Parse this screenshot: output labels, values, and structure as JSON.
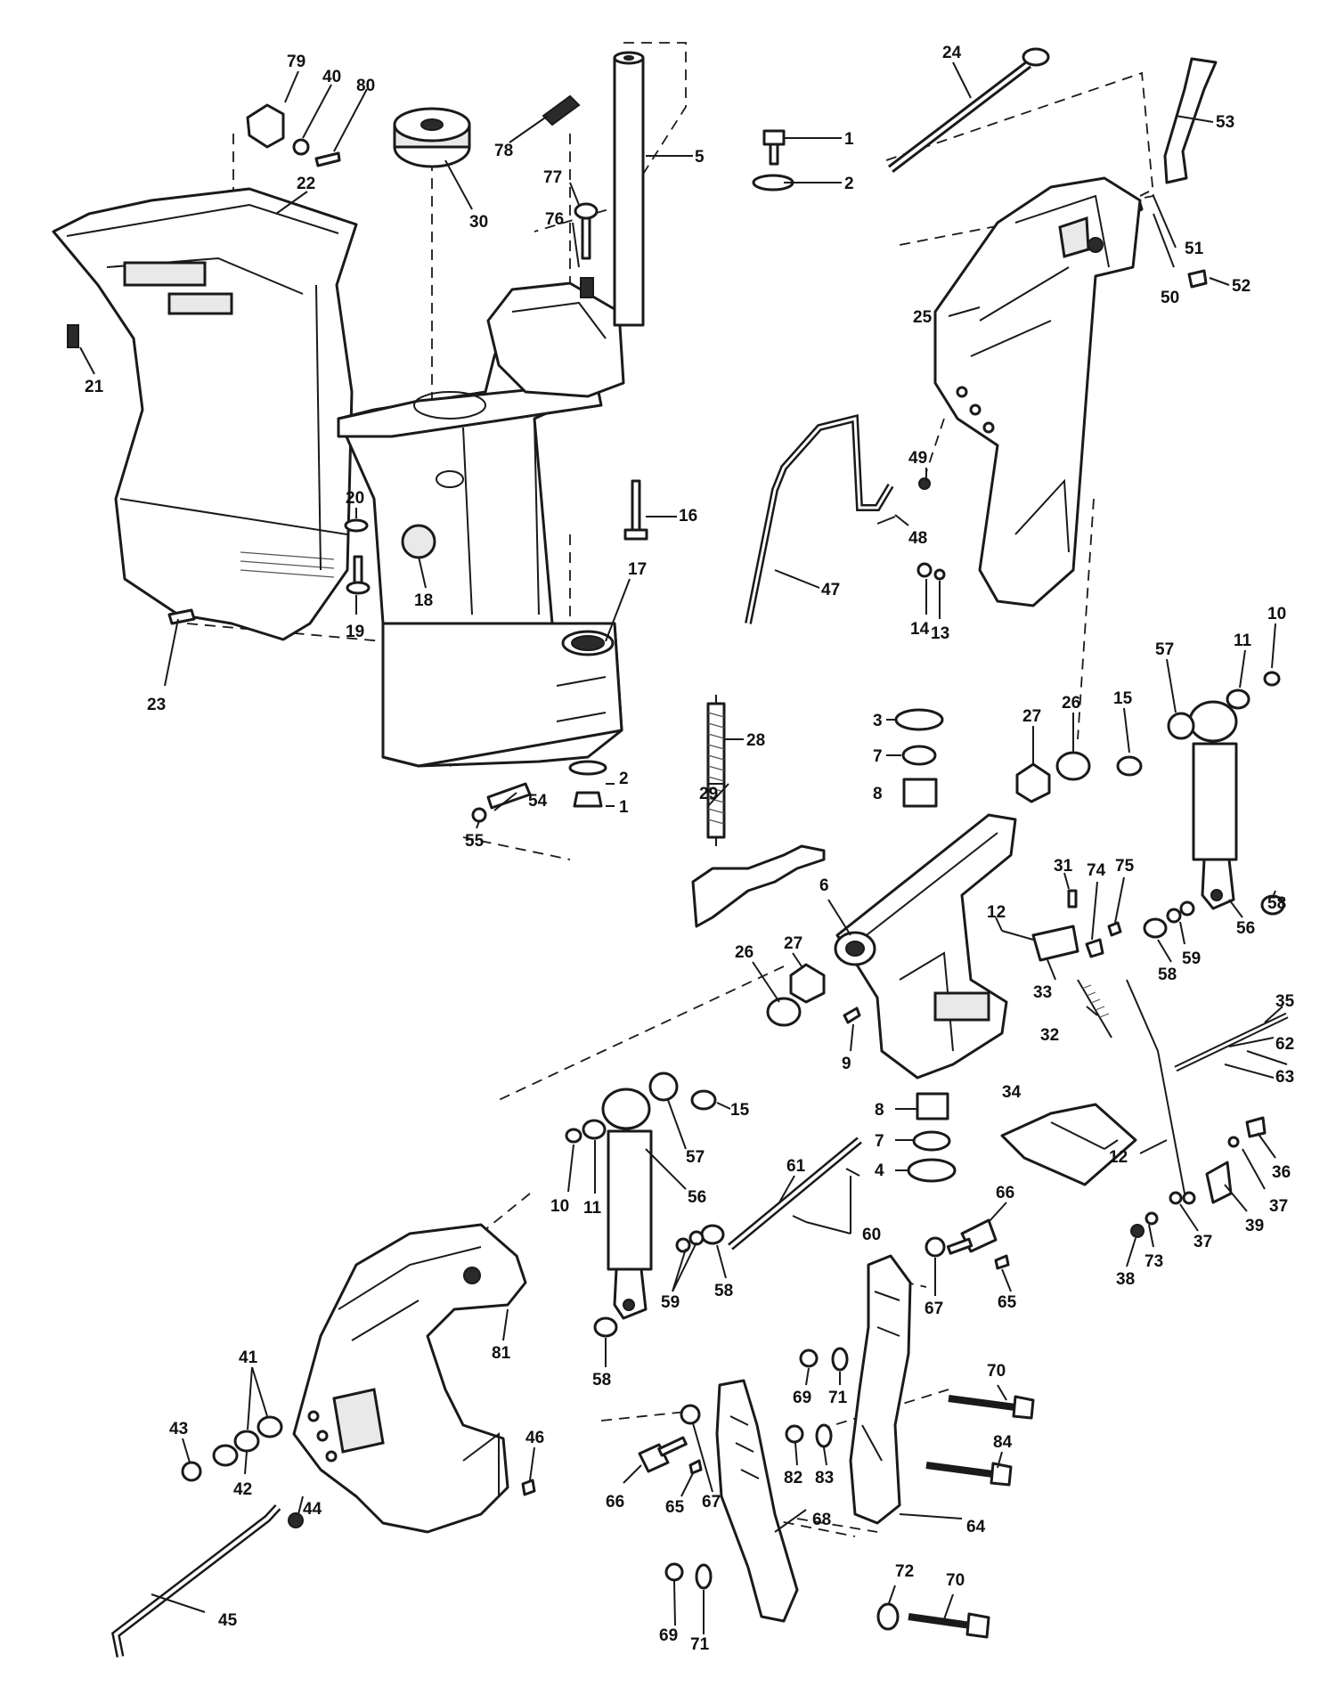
{
  "callouts": [
    {
      "id": "c79",
      "text": "79"
    },
    {
      "id": "c40",
      "text": "40"
    },
    {
      "id": "c80",
      "text": "80"
    },
    {
      "id": "c78",
      "text": "78"
    },
    {
      "id": "c5",
      "text": "5"
    },
    {
      "id": "c1a",
      "text": "1"
    },
    {
      "id": "c2a",
      "text": "2"
    },
    {
      "id": "c24",
      "text": "24"
    },
    {
      "id": "c53",
      "text": "53"
    },
    {
      "id": "c22",
      "text": "22"
    },
    {
      "id": "c30",
      "text": "30"
    },
    {
      "id": "c77",
      "text": "77"
    },
    {
      "id": "c76",
      "text": "76"
    },
    {
      "id": "c51",
      "text": "51"
    },
    {
      "id": "c52",
      "text": "52"
    },
    {
      "id": "c50",
      "text": "50"
    },
    {
      "id": "c21",
      "text": "21"
    },
    {
      "id": "c25",
      "text": "25"
    },
    {
      "id": "c49",
      "text": "49"
    },
    {
      "id": "c16",
      "text": "16"
    },
    {
      "id": "c20",
      "text": "20"
    },
    {
      "id": "c48",
      "text": "48"
    },
    {
      "id": "c18",
      "text": "18"
    },
    {
      "id": "c47",
      "text": "47"
    },
    {
      "id": "c14",
      "text": "14"
    },
    {
      "id": "c13",
      "text": "13"
    },
    {
      "id": "c17",
      "text": "17"
    },
    {
      "id": "c19",
      "text": "19"
    },
    {
      "id": "c10a",
      "text": "10"
    },
    {
      "id": "c11a",
      "text": "11"
    },
    {
      "id": "c23",
      "text": "23"
    },
    {
      "id": "c57a",
      "text": "57"
    },
    {
      "id": "c15a",
      "text": "15"
    },
    {
      "id": "c26a",
      "text": "26"
    },
    {
      "id": "c27a",
      "text": "27"
    },
    {
      "id": "c3",
      "text": "3"
    },
    {
      "id": "c28",
      "text": "28"
    },
    {
      "id": "c7a",
      "text": "7"
    },
    {
      "id": "c8a",
      "text": "8"
    },
    {
      "id": "c29",
      "text": "29"
    },
    {
      "id": "c2b",
      "text": "2"
    },
    {
      "id": "c54",
      "text": "54"
    },
    {
      "id": "c1b",
      "text": "1"
    },
    {
      "id": "c55",
      "text": "55"
    },
    {
      "id": "c58a",
      "text": "58"
    },
    {
      "id": "c6",
      "text": "6"
    },
    {
      "id": "c31",
      "text": "31"
    },
    {
      "id": "c74",
      "text": "74"
    },
    {
      "id": "c75",
      "text": "75"
    },
    {
      "id": "c12a",
      "text": "12"
    },
    {
      "id": "c56a",
      "text": "56"
    },
    {
      "id": "c27b",
      "text": "27"
    },
    {
      "id": "c26b",
      "text": "26"
    },
    {
      "id": "c59a",
      "text": "59"
    },
    {
      "id": "c58b",
      "text": "58"
    },
    {
      "id": "c33",
      "text": "33"
    },
    {
      "id": "c35",
      "text": "35"
    },
    {
      "id": "c62",
      "text": "62"
    },
    {
      "id": "c32",
      "text": "32"
    },
    {
      "id": "c9",
      "text": "9"
    },
    {
      "id": "c63",
      "text": "63"
    },
    {
      "id": "c34",
      "text": "34"
    },
    {
      "id": "c8b",
      "text": "8"
    },
    {
      "id": "c15b",
      "text": "15"
    },
    {
      "id": "c7b",
      "text": "7"
    },
    {
      "id": "c57b",
      "text": "57"
    },
    {
      "id": "c12b",
      "text": "12"
    },
    {
      "id": "c4",
      "text": "4"
    },
    {
      "id": "c36",
      "text": "36"
    },
    {
      "id": "c61",
      "text": "61"
    },
    {
      "id": "c56b",
      "text": "56"
    },
    {
      "id": "c37a",
      "text": "37"
    },
    {
      "id": "c66a",
      "text": "66"
    },
    {
      "id": "c39",
      "text": "39"
    },
    {
      "id": "c10b",
      "text": "10"
    },
    {
      "id": "c11b",
      "text": "11"
    },
    {
      "id": "c60",
      "text": "60"
    },
    {
      "id": "c37b",
      "text": "37"
    },
    {
      "id": "c65a",
      "text": "65"
    },
    {
      "id": "c73",
      "text": "73"
    },
    {
      "id": "c58c",
      "text": "58"
    },
    {
      "id": "c59b",
      "text": "59"
    },
    {
      "id": "c67a",
      "text": "67"
    },
    {
      "id": "c38",
      "text": "38"
    },
    {
      "id": "c81",
      "text": "81"
    },
    {
      "id": "c41",
      "text": "41"
    },
    {
      "id": "c69a",
      "text": "69"
    },
    {
      "id": "c71a",
      "text": "71"
    },
    {
      "id": "c70a",
      "text": "70"
    },
    {
      "id": "c58d",
      "text": "58"
    },
    {
      "id": "c43",
      "text": "43"
    },
    {
      "id": "c42",
      "text": "42"
    },
    {
      "id": "c46",
      "text": "46"
    },
    {
      "id": "c84",
      "text": "84"
    },
    {
      "id": "c82",
      "text": "82"
    },
    {
      "id": "c83",
      "text": "83"
    },
    {
      "id": "c44",
      "text": "44"
    },
    {
      "id": "c66b",
      "text": "66"
    },
    {
      "id": "c65b",
      "text": "65"
    },
    {
      "id": "c67b",
      "text": "67"
    },
    {
      "id": "c68",
      "text": "68"
    },
    {
      "id": "c64",
      "text": "64"
    },
    {
      "id": "c45",
      "text": "45"
    },
    {
      "id": "c72",
      "text": "72"
    },
    {
      "id": "c70b",
      "text": "70"
    },
    {
      "id": "c69b",
      "text": "69"
    },
    {
      "id": "c71b",
      "text": "71"
    }
  ]
}
